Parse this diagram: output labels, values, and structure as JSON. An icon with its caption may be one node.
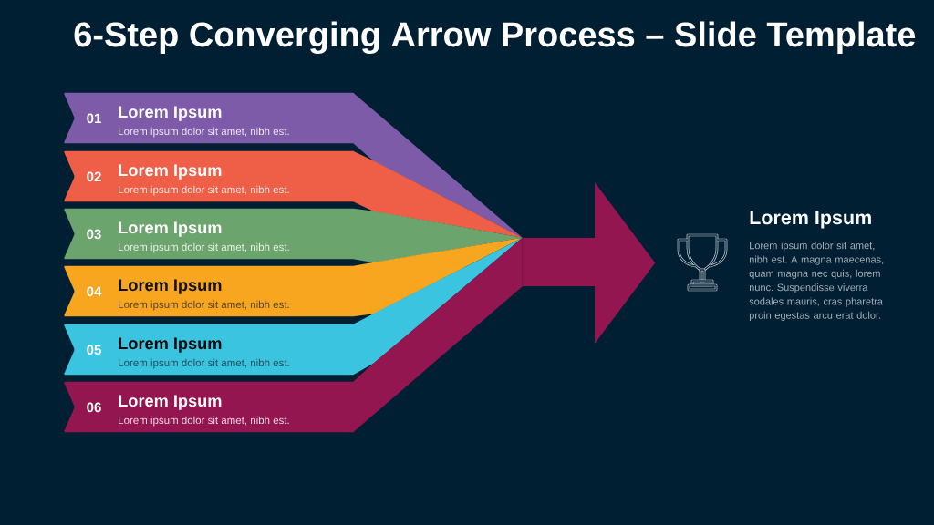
{
  "diagram": {
    "title": "6-Step Converging Arrow Process – Slide Template",
    "nodes": [
      {
        "text": [
          "01",
          "Lorem Ipsum",
          "Lorem ipsum dolor sit amet, nibh est."
        ]
      },
      {
        "text": [
          "02",
          "Lorem Ipsum",
          "Lorem ipsum dolor sit amet, nibh est."
        ]
      },
      {
        "text": [
          "03",
          "Lorem Ipsum",
          "Lorem ipsum dolor sit amet, nibh est."
        ]
      },
      {
        "text": [
          "04",
          "Lorem Ipsum",
          "Lorem ipsum dolor sit amet, nibh est."
        ]
      },
      {
        "text": [
          "05",
          "Lorem Ipsum",
          "Lorem ipsum dolor sit amet, nibh est."
        ]
      },
      {
        "text": [
          "06",
          "Lorem Ipsum",
          "Lorem ipsum dolor sit amet, nibh est."
        ]
      },
      {
        "text": [],
        "shape": "arrow"
      },
      {
        "text": [],
        "shape": "picture",
        "beside": [
          "Lorem Ipsum",
          "Lorem ipsum dolor sit amet, nibh est. A magna maecenas, quam magna nec quis, lorem nunc. Suspendisse viverra sodales mauris, cras pharetra proin egestas arcu erat dolor."
        ]
      }
    ],
    "edges": [
      {
        "from": 0,
        "to": 6,
        "arrow": "none",
        "color": "#7e5ba9"
      },
      {
        "from": 1,
        "to": 6,
        "arrow": "none",
        "color": "#ef5f48"
      },
      {
        "from": 2,
        "to": 6,
        "arrow": "none",
        "color": "#6ca46e"
      },
      {
        "from": 3,
        "to": 6,
        "arrow": "none",
        "color": "#f8a51f"
      },
      {
        "from": 4,
        "to": 6,
        "arrow": "none",
        "color": "#3bc4e0"
      },
      {
        "from": 5,
        "to": 6,
        "arrow": "none",
        "color": "#941650"
      }
    ]
  }
}
